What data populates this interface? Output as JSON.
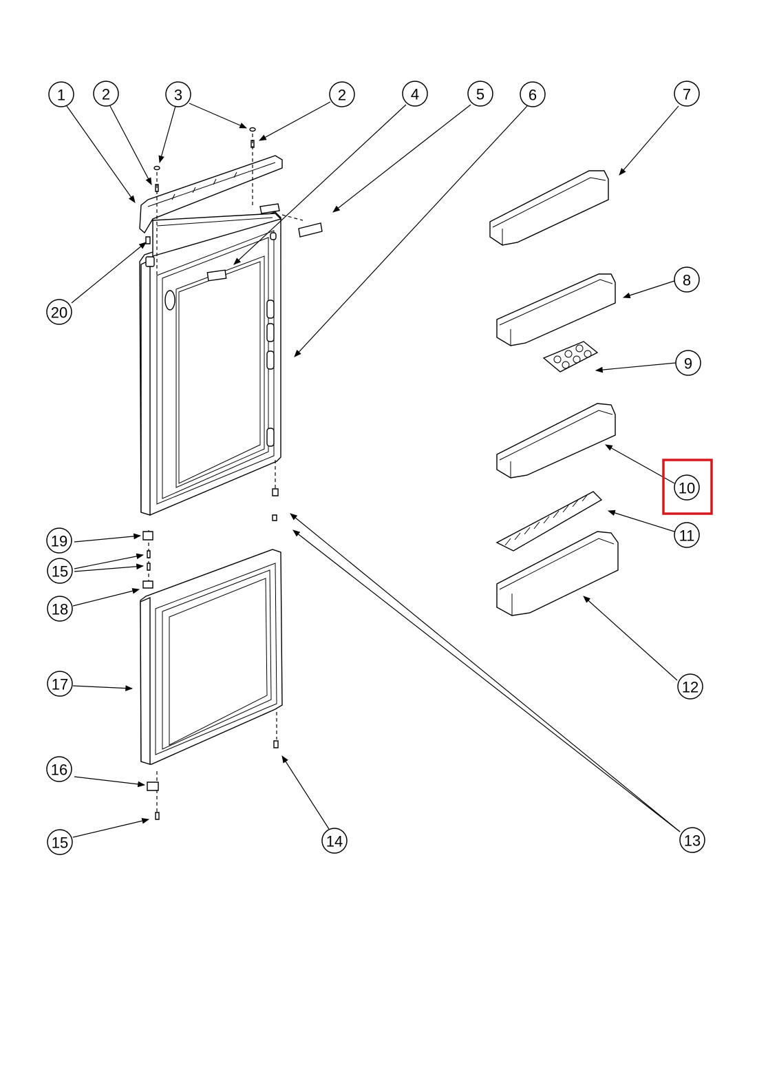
{
  "diagram": {
    "highlight_color": "#d7191f",
    "highlighted_callout": "10",
    "callouts": [
      {
        "id": "c1",
        "label": "1"
      },
      {
        "id": "c2a",
        "label": "2"
      },
      {
        "id": "c3",
        "label": "3"
      },
      {
        "id": "c2b",
        "label": "2"
      },
      {
        "id": "c4",
        "label": "4"
      },
      {
        "id": "c5",
        "label": "5"
      },
      {
        "id": "c6",
        "label": "6"
      },
      {
        "id": "c7",
        "label": "7"
      },
      {
        "id": "c8",
        "label": "8"
      },
      {
        "id": "c9",
        "label": "9"
      },
      {
        "id": "c10",
        "label": "10"
      },
      {
        "id": "c11",
        "label": "11"
      },
      {
        "id": "c12",
        "label": "12"
      },
      {
        "id": "c13",
        "label": "13"
      },
      {
        "id": "c14",
        "label": "14"
      },
      {
        "id": "c15a",
        "label": "15"
      },
      {
        "id": "c15b",
        "label": "15"
      },
      {
        "id": "c16",
        "label": "16"
      },
      {
        "id": "c17",
        "label": "17"
      },
      {
        "id": "c18",
        "label": "18"
      },
      {
        "id": "c19",
        "label": "19"
      },
      {
        "id": "c20",
        "label": "20"
      }
    ]
  }
}
